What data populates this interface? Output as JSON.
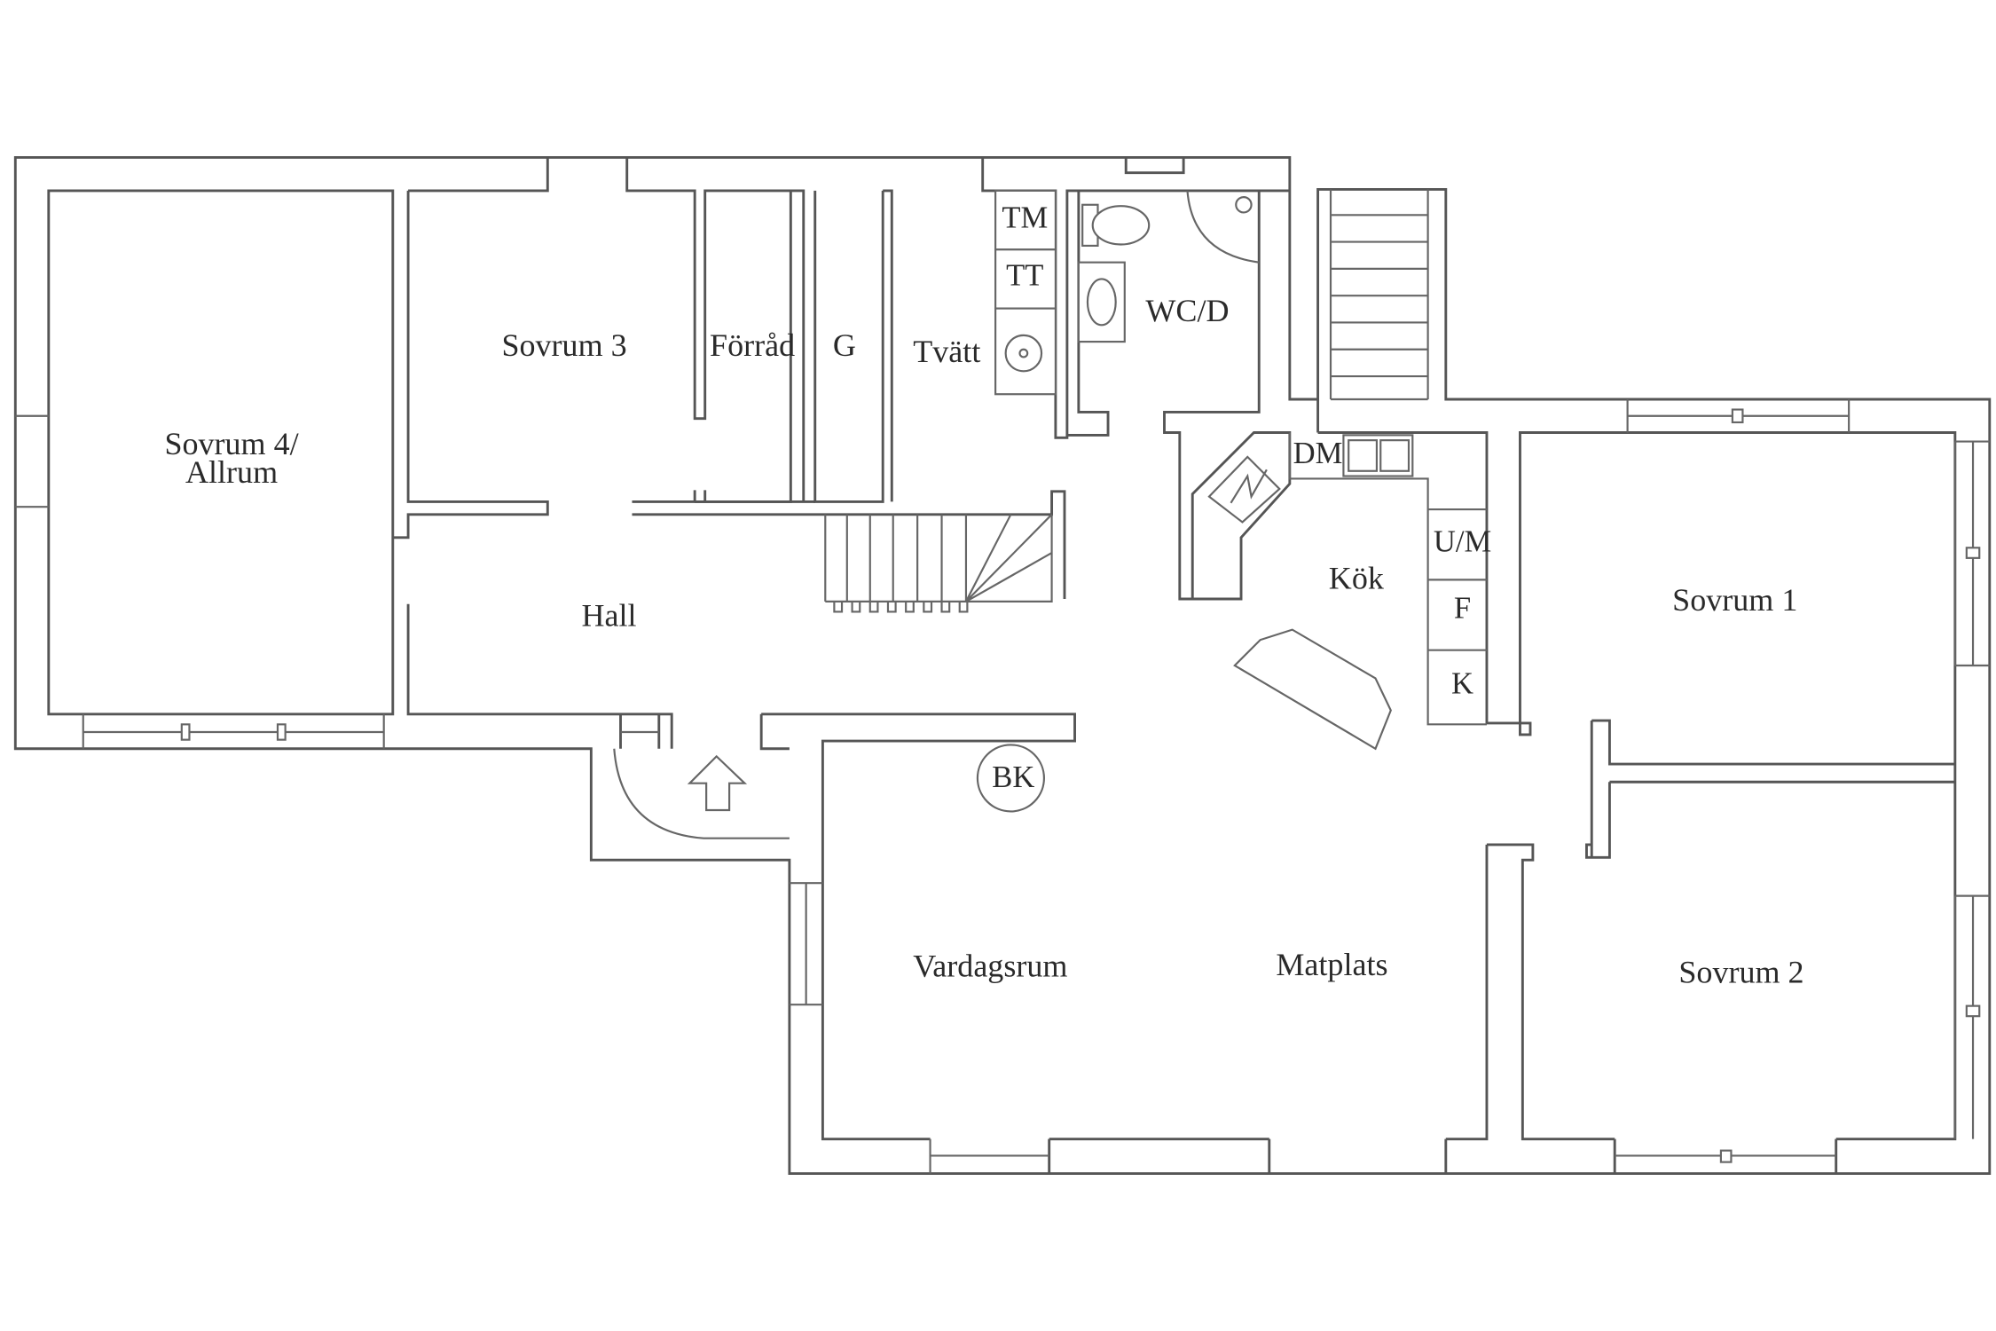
{
  "plan": {
    "rooms": {
      "sovrum4_line1": "Sovrum 4/",
      "sovrum4_line2": "Allrum",
      "sovrum3": "Sovrum 3",
      "forrad": "Förråd",
      "garderob": "G",
      "tvatt": "Tvätt",
      "wc": "WC/D",
      "hall": "Hall",
      "kok": "Kök",
      "sovrum1": "Sovrum 1",
      "sovrum2": "Sovrum 2",
      "vardagsrum": "Vardagsrum",
      "matplats": "Matplats"
    },
    "fixtures": {
      "tm": "TM",
      "tt": "TT",
      "dm": "DM",
      "um": "U/M",
      "f": "F",
      "k": "K",
      "bk": "BK"
    },
    "icons": {
      "entrance": "arrow-up-icon",
      "stairs": "staircase-icon",
      "toilet": "toilet-icon",
      "sink": "sink-icon",
      "shower": "shower-icon",
      "fireplace": "fireplace-icon"
    }
  }
}
